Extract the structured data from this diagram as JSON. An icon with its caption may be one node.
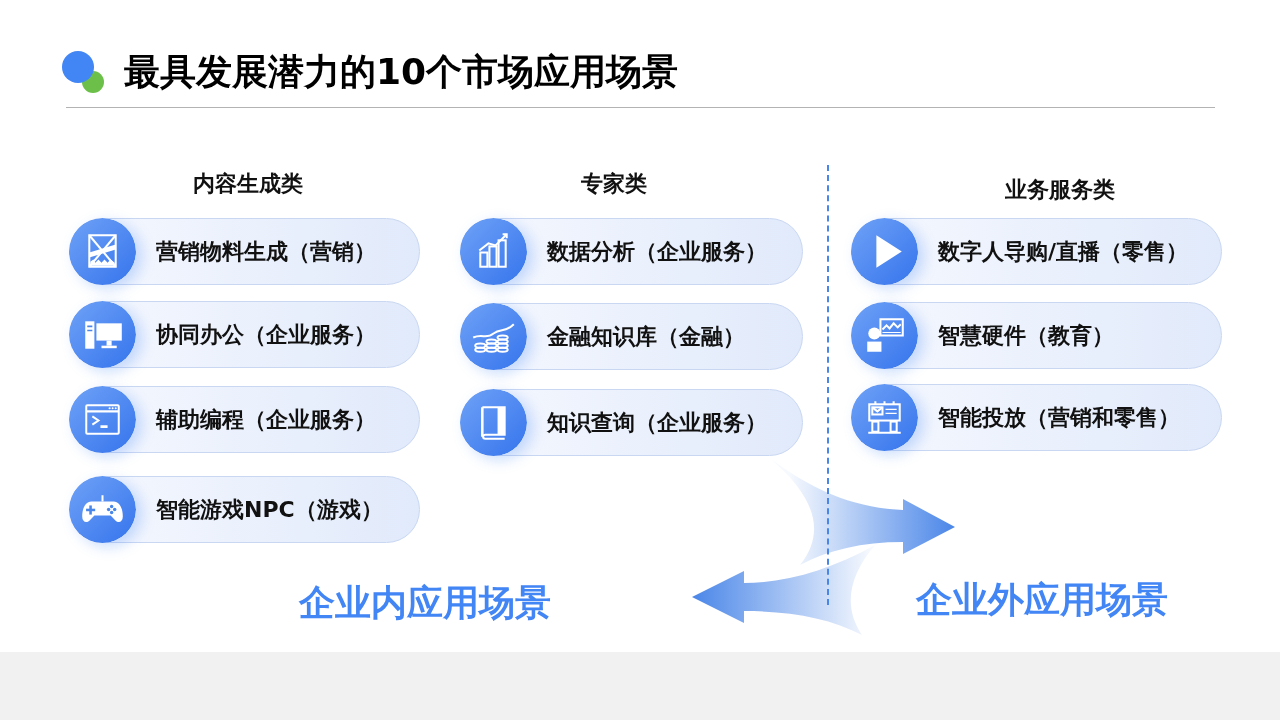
{
  "diagram": {
    "title": "最具发展潜力的10个市场应用场景",
    "nodes": [
      {
        "text": [
          "营销物料生成（营销）"
        ]
      },
      {
        "text": [
          "协同办公（企业服务）"
        ]
      },
      {
        "text": [
          "辅助编程（企业服务）"
        ]
      },
      {
        "text": [
          "智能游戏NPC（游戏）"
        ]
      },
      {
        "text": [
          "数据分析（企业服务）"
        ]
      },
      {
        "text": [
          "金融知识库（金融）"
        ]
      },
      {
        "text": [
          "知识查询（企业服务）"
        ]
      },
      {
        "text": [
          "数字人导购/直播（零售）"
        ]
      },
      {
        "text": [
          "智慧硬件（教育）"
        ]
      },
      {
        "text": [
          "智能投放（营销和零售）"
        ]
      }
    ],
    "labels": [
      "内容生成类",
      "专家类",
      "业务服务类",
      "企业内应用场景",
      "企业外应用场景"
    ]
  }
}
